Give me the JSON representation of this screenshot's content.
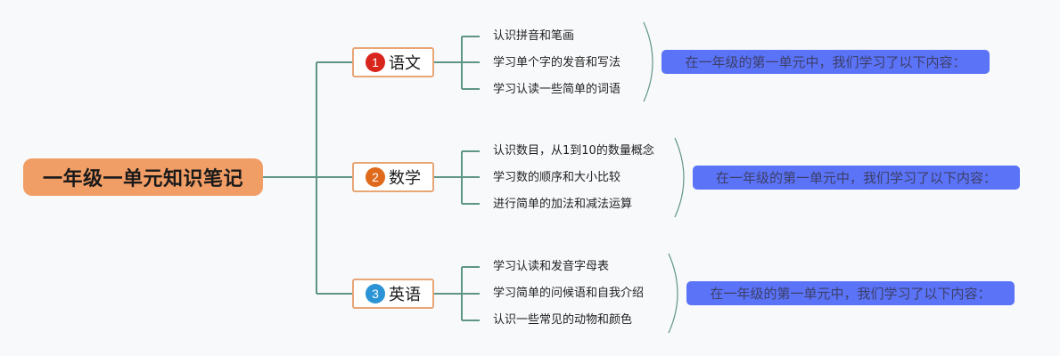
{
  "root": {
    "title": "一年级一单元知识笔记",
    "color": "#f19d66"
  },
  "colors": {
    "connector": "#5e9585",
    "branch_border": "#e8a575",
    "summary_bg": "#5b73f7",
    "summary_text": "#3c3f68",
    "background": "#f8f9fb"
  },
  "branches": [
    {
      "number": "1",
      "label": "语文",
      "badge_color": "#d8261c",
      "items": [
        "认识拼音和笔画",
        "学习单个字的发音和写法",
        "学习认读一些简单的词语"
      ],
      "summary": "在一年级的第一单元中，我们学习了以下内容："
    },
    {
      "number": "2",
      "label": "数学",
      "badge_color": "#e06a1b",
      "items": [
        "认识数目，从1到10的数量概念",
        "学习数的顺序和大小比较",
        "进行简单的加法和减法运算"
      ],
      "summary": "在一年级的第一单元中，我们学习了以下内容："
    },
    {
      "number": "3",
      "label": "英语",
      "badge_color": "#2a94d6",
      "items": [
        "学习认读和发音字母表",
        "学习简单的问候语和自我介绍",
        "认识一些常见的动物和颜色"
      ],
      "summary": "在一年级的第一单元中，我们学习了以下内容："
    }
  ]
}
